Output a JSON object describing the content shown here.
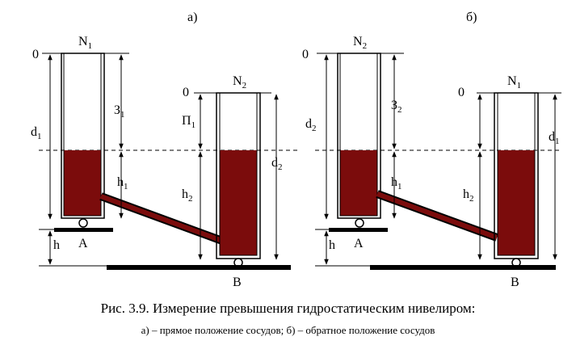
{
  "figure": {
    "panel_a": {
      "label": "а)",
      "left_vessel": {
        "name": "N",
        "sub": "1"
      },
      "right_vessel": {
        "name": "N",
        "sub": "2"
      },
      "zero_left": "0",
      "zero_right": "0",
      "z": {
        "name": "З",
        "sub": "1"
      },
      "p": {
        "name": "П",
        "sub": "1"
      },
      "d_left": {
        "name": "d",
        "sub": "1"
      },
      "d_right": {
        "name": "d",
        "sub": "2"
      },
      "h_left": {
        "name": "h",
        "sub": "1"
      },
      "h_right": {
        "name": "h",
        "sub": "2"
      },
      "h": "h",
      "point_a": "A",
      "point_b": "B"
    },
    "panel_b": {
      "label": "б)",
      "left_vessel": {
        "name": "N",
        "sub": "2"
      },
      "right_vessel": {
        "name": "N",
        "sub": "1"
      },
      "zero_left": "0",
      "zero_right": "0",
      "z": {
        "name": "З",
        "sub": "2"
      },
      "d_left": {
        "name": "d",
        "sub": "2"
      },
      "d_right": {
        "name": "d",
        "sub": "1"
      },
      "h_left": {
        "name": "h",
        "sub": "1"
      },
      "h_right": {
        "name": "h",
        "sub": "2"
      },
      "h": "h",
      "point_a": "A",
      "point_b": "B"
    },
    "colors": {
      "liquid": "#7b0c0c",
      "line": "#000000"
    }
  },
  "caption": {
    "title": "Рис. 3.9. Измерение превышения гидростатическим нивелиром:",
    "subtitle": "а) – прямое положение сосудов; б) – обратное положение сосудов"
  }
}
